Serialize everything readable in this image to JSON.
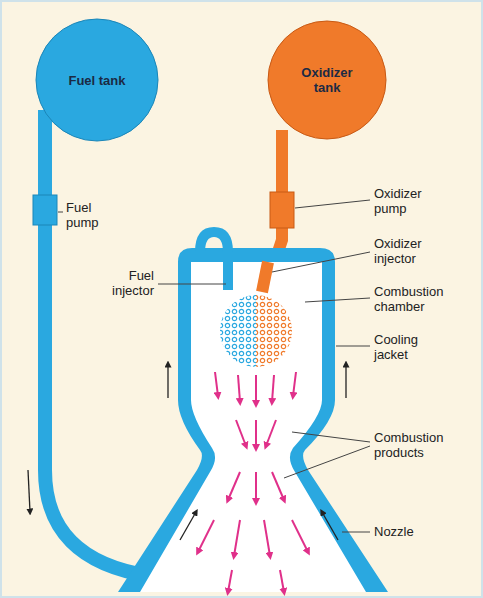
{
  "diagram": {
    "nodes": [
      {
        "text": [
          "Fuel tank"
        ]
      },
      {
        "text": [
          "Oxidizer tank"
        ]
      }
    ],
    "edges": [],
    "labels": [
      "Fuel pump",
      "Oxidizer pump",
      "Fuel injector",
      "Oxidizer injector",
      "Combustion chamber",
      "Cooling jacket",
      "Combustion products",
      "Nozzle"
    ]
  }
}
